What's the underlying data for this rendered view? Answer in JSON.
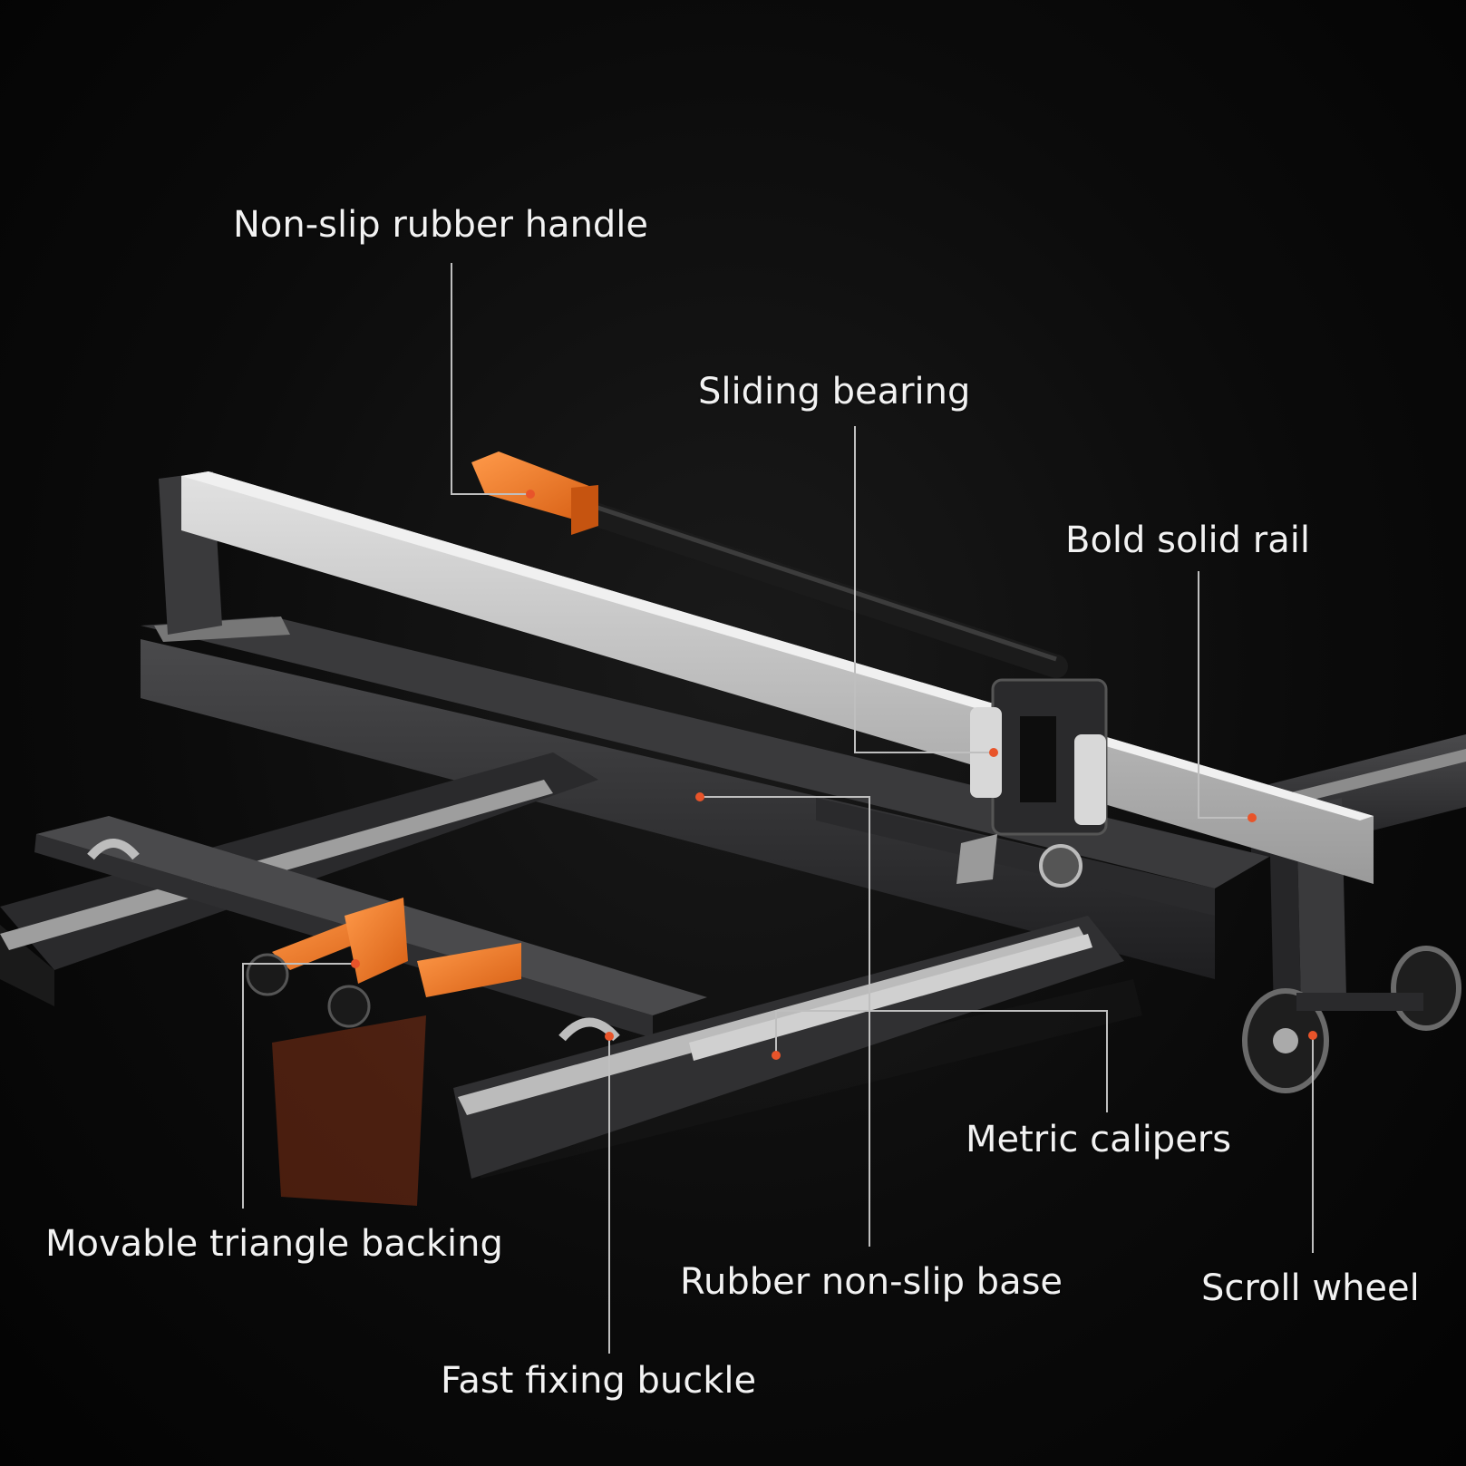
{
  "callouts": {
    "non_slip_handle": "Non-slip rubber handle",
    "sliding_bearing": "Sliding bearing",
    "bold_rail": "Bold solid rail",
    "movable_backing": "Movable triangle backing",
    "rubber_base": "Rubber non-slip base",
    "metric_calipers": "Metric calipers",
    "scroll_wheel": "Scroll wheel",
    "fixing_buckle": "Fast fixing buckle"
  },
  "colors": {
    "background": "#050505",
    "metal_dark": "#2b2b2d",
    "rail_silver": "#c8c8c8",
    "accent_orange": "#f07a2a",
    "callout_line": "#bfbfbf",
    "callout_dot": "#e8542a",
    "label_text": "#f2f2f2"
  }
}
